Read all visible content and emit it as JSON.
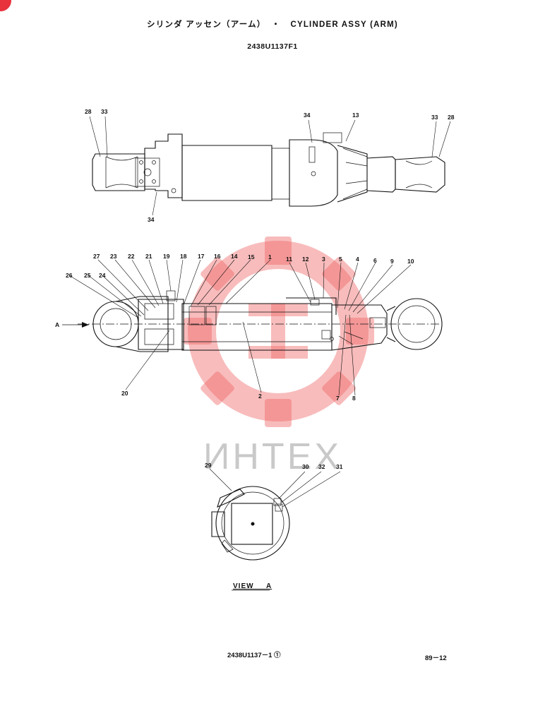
{
  "header": {
    "title_ja": "シリンダ アッセン（アーム）",
    "separator": "・",
    "title_en": "CYLINDER ASSY (ARM)",
    "drawing_number": "2438U1137F1"
  },
  "watermark": {
    "text": "ИНТЕХ"
  },
  "top_view": {
    "callouts": [
      "28",
      "33",
      "34",
      "13",
      "33",
      "28",
      "34"
    ]
  },
  "section_view": {
    "callouts_top": [
      "27",
      "23",
      "22",
      "21",
      "19",
      "18",
      "17",
      "16",
      "14",
      "15",
      "1",
      "11",
      "12",
      "3",
      "5",
      "4",
      "6",
      "9",
      "10"
    ],
    "callouts_left": [
      "26",
      "25",
      "24"
    ],
    "callouts_bottom": [
      "20",
      "2",
      "7",
      "8"
    ],
    "arrow_label": "A"
  },
  "view_a": {
    "callouts": [
      "29",
      "30",
      "32",
      "31"
    ],
    "caption": "VIEW  A"
  },
  "footer": {
    "reference": "2438U1137－1 ①",
    "page": "89－12"
  },
  "colors": {
    "ink": "#111111",
    "watermark": "#f06b6b",
    "badge": "#e8323c"
  }
}
